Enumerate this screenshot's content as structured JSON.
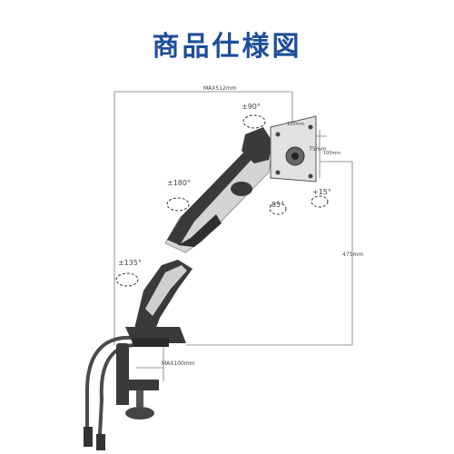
{
  "title": "商品仕様図",
  "dimensions": {
    "max_width": "MAX512mm",
    "vesa_large": "100mm",
    "vesa_small_h": "75mm",
    "vesa_small_w": "100mm",
    "height": "475mm",
    "clamp_max": "MAX100mm"
  },
  "angles": {
    "tilt_top": "±90°",
    "swivel_mid": "±180°",
    "swivel_low": "±135°",
    "tilt_down": "-85°",
    "tilt_up": "+15°"
  },
  "colors": {
    "title": "#1f4e9a",
    "arm_dark": "#3a3a3a",
    "arm_light": "#d6d6d6",
    "line": "#555555"
  }
}
